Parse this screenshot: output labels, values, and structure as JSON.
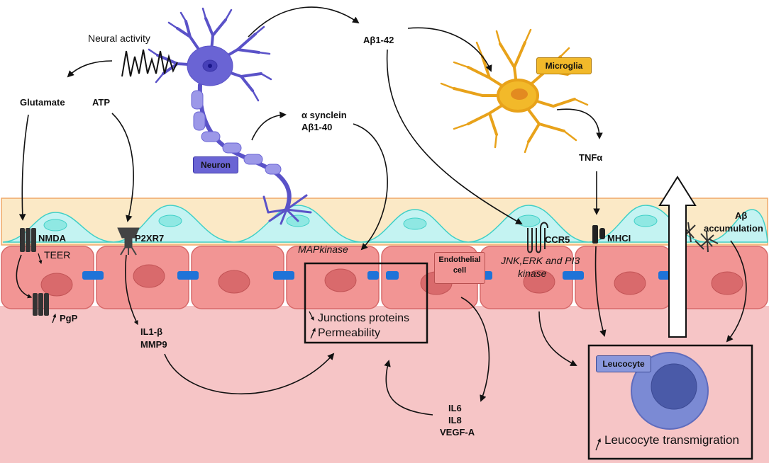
{
  "labels": {
    "neural_activity": "Neural activity",
    "glutamate": "Glutamate",
    "atp": "ATP",
    "abeta_42": "Aβ1-42",
    "alpha_synuclein": "α synclein",
    "abeta_40": "Aβ1-40",
    "neuron": "Neuron",
    "microglia": "Microglia",
    "tnfa": "TNFα",
    "nmda": "NMDA",
    "teer": "TEER",
    "p2xr7": "P2XR7",
    "mapkinase": "MAPkinase",
    "endothelial_cell_line1": "Endothelial",
    "endothelial_cell_line2": "cell",
    "ccr5": "CCR5",
    "jnk_erk_line1": "JNK,ERK and PI3",
    "jnk_erk_line2": "kinase",
    "mhci": "MHCI",
    "abeta_accumulation_line1": "Aβ",
    "abeta_accumulation_line2": "accumulation",
    "pgp": "PgP",
    "il1b": "IL1-β",
    "mmp9": "MMP9",
    "junctions_proteins": "Junctions proteins",
    "permeability": "Permeability",
    "il6": "IL6",
    "il8": "IL8",
    "vegfa": "VEGF-A",
    "leucocyte": "Leucocyte",
    "leucocyte_transmigration": "Leucocyte transmigration"
  },
  "colors": {
    "neuron": "#6a64d4",
    "microglia": "#f2b92a",
    "astrocyte_layer": "#fbe9c6",
    "astrocyte_cell": "#c4f3f2",
    "endothelial_cell": "#f29594",
    "lumen": "#f6c5c6",
    "tight_junction": "#1e73d8",
    "leucocyte": "#6f7fcf"
  }
}
